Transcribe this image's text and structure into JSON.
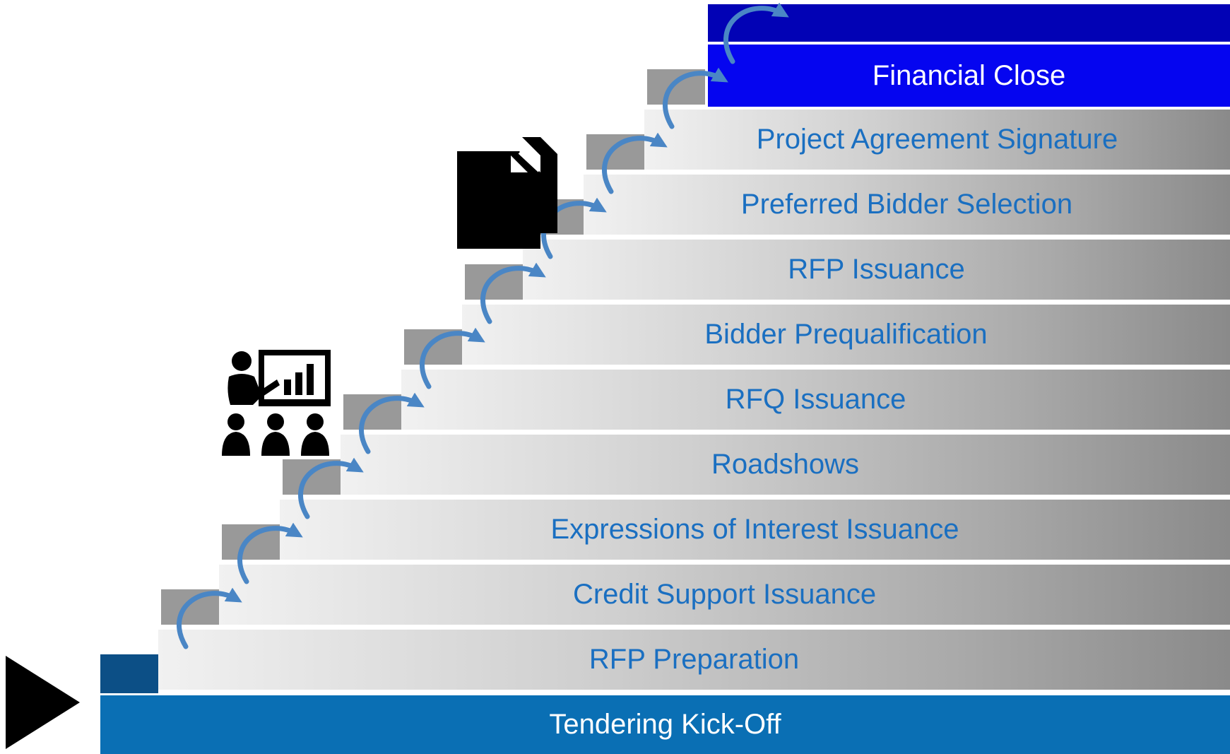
{
  "diagram": {
    "start_icon": "play-triangle-icon",
    "base_step": {
      "label": "Tendering Kick-Off",
      "color": "#0a6fb4"
    },
    "steps": [
      {
        "label": "RFP Preparation"
      },
      {
        "label": "Credit Support Issuance"
      },
      {
        "label": "Expressions of Interest Issuance"
      },
      {
        "label": "Roadshows"
      },
      {
        "label": "RFQ Issuance"
      },
      {
        "label": "Bidder Prequalification"
      },
      {
        "label": "RFP Issuance"
      },
      {
        "label": "Preferred Bidder Selection"
      },
      {
        "label": "Project Agreement Signature"
      }
    ],
    "final_step": {
      "label": "Financial Close",
      "color": "#0505f0"
    },
    "icons": [
      "presentation-audience-icon",
      "documents-icon",
      "curved-arrow-icon"
    ],
    "colors": {
      "step_text": "#1a6fc1",
      "riser": "#999999",
      "top_band": "#0202b5"
    }
  }
}
